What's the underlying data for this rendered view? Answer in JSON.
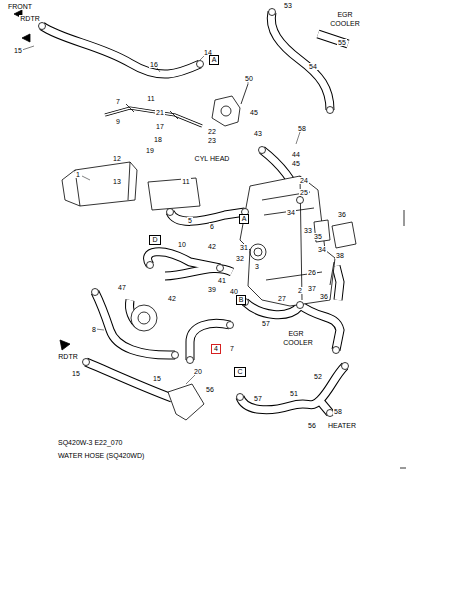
{
  "diagram": {
    "caption": "WATER HOSE (SQ420WD)",
    "nodes": [
      {
        "text": [
          "A"
        ]
      },
      {
        "text": [
          "A"
        ]
      },
      {
        "text": [
          "D"
        ]
      },
      {
        "text": [
          "B"
        ]
      },
      {
        "text": [
          "4"
        ]
      },
      {
        "text": [
          "C"
        ]
      }
    ],
    "labels": [
      "FRONT",
      "RDTR",
      "15",
      "16",
      "14",
      "53",
      "EGR",
      "COOLER",
      "55",
      "54",
      "50",
      "7",
      "11",
      "21",
      "9",
      "17",
      "18",
      "19",
      "22",
      "23",
      "45",
      "43",
      "58",
      "CYL HEAD",
      "12",
      "13",
      "1",
      "11",
      "44",
      "45",
      "24",
      "25",
      "5",
      "6",
      "34",
      "33",
      "36",
      "35",
      "34",
      "31",
      "32",
      "10",
      "42",
      "38",
      "41",
      "39",
      "40",
      "3",
      "26",
      "47",
      "42",
      "2",
      "37",
      "36",
      "27",
      "57",
      "EGR",
      "COOLER",
      "8",
      "7",
      "RDTR",
      "15",
      "20",
      "15",
      "56",
      "57",
      "51",
      "52",
      "58",
      "56",
      "HEATER",
      "SQ420W-3 E22_070"
    ]
  }
}
